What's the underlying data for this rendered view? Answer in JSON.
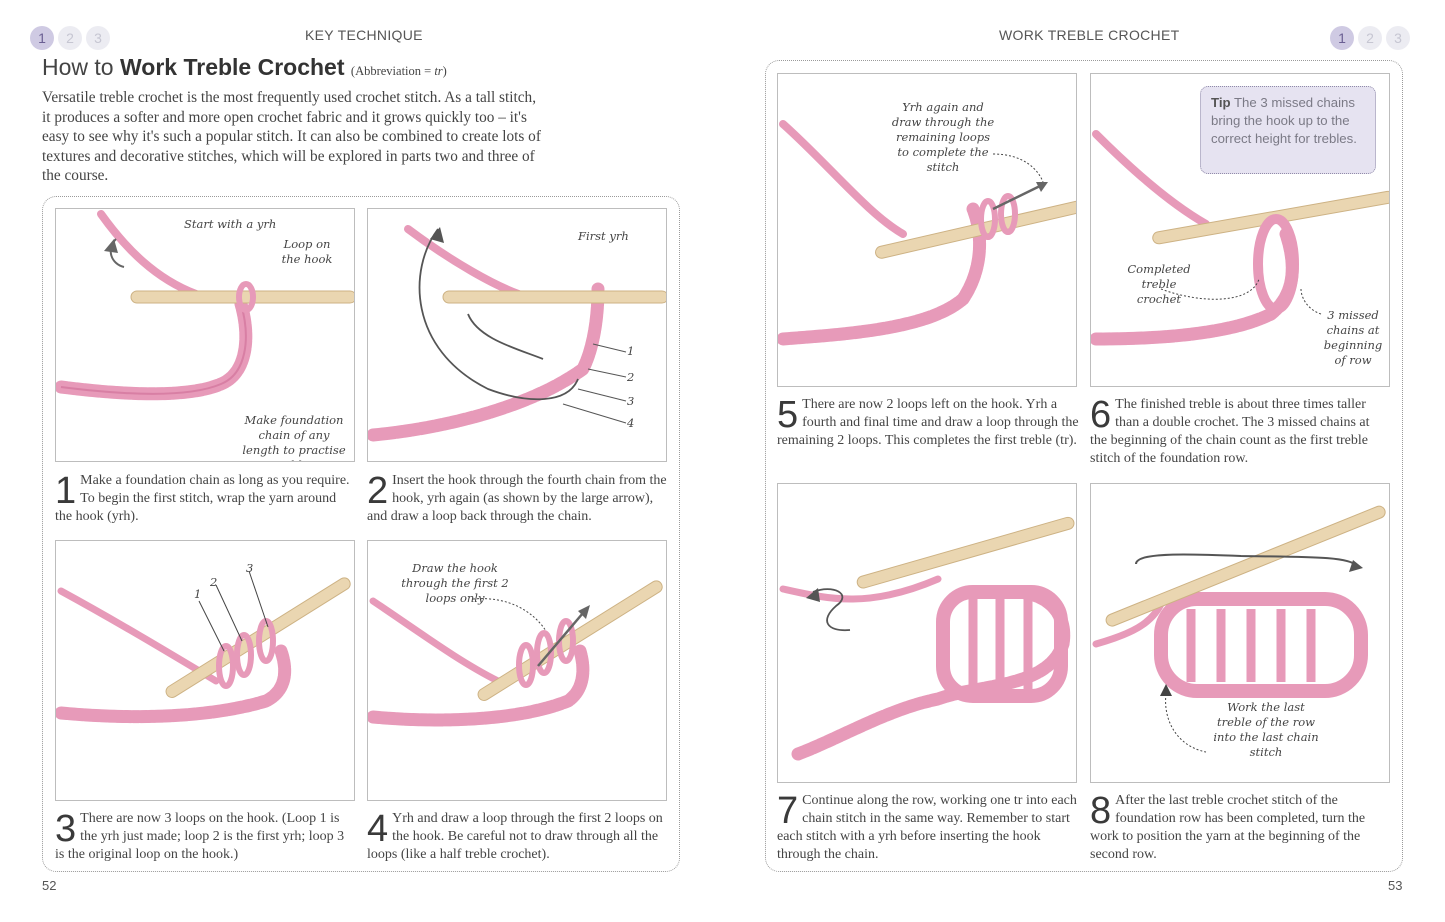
{
  "left_page": {
    "nav_dots": [
      "1",
      "2",
      "3"
    ],
    "running_head": "KEY TECHNIQUE",
    "title_lead": "How to ",
    "title_bold": "Work Treble Crochet",
    "title_abbr_prefix": "(Abbreviation = ",
    "title_abbr_value": "tr",
    "title_abbr_suffix": ")",
    "intro": "Versatile treble crochet is the most frequently used crochet stitch. As a tall stitch, it produces a softer and more open crochet fabric and it grows quickly too – it's easy to see why it's such a popular stitch. It can also be combined to create lots of textures and decorative stitches, which will be explored in parts two and three of the course.",
    "page_number": "52"
  },
  "right_page": {
    "nav_dots": [
      "1",
      "2",
      "3"
    ],
    "running_head": "WORK TREBLE CROCHET",
    "page_number": "53",
    "tip": {
      "label": "Tip",
      "text": "The 3 missed chains bring the hook up to the correct height for trebles."
    }
  },
  "steps": [
    {
      "num": "1",
      "text": "Make a foundation chain as long as you require. To begin the first stitch, wrap the yarn around the hook (yrh)."
    },
    {
      "num": "2",
      "text": "Insert the hook through the fourth chain from the hook, yrh again (as shown by the large arrow), and draw a loop back through the chain."
    },
    {
      "num": "3",
      "text": "There are now 3 loops on the hook. (Loop 1 is the yrh just made; loop 2 is the first yrh; loop 3 is the original loop on the hook.)"
    },
    {
      "num": "4",
      "text": "Yrh and draw a loop through the first 2 loops on the hook. Be careful not to draw through all the loops (like a half treble crochet)."
    },
    {
      "num": "5",
      "text": "There are now 2 loops left on the hook. Yrh a fourth and final time and draw a loop through the remaining 2 loops. This completes the first treble (tr)."
    },
    {
      "num": "6",
      "text": "The finished treble is about three times taller than a double crochet. The 3 missed chains at the beginning of the chain count as the first treble stitch of the foundation row."
    },
    {
      "num": "7",
      "text": "Continue along the row, working one tr into each chain stitch in the same way. Remember to start each stitch with a yrh before inserting the hook through the chain."
    },
    {
      "num": "8",
      "text": "After the last treble crochet stitch of the foundation row has been completed, turn the work to position the yarn at the beginning of the second row."
    }
  ],
  "photo_notes": {
    "p1_start": "Start with a yrh",
    "p1_loop": "Loop on the hook",
    "p1_foundation": "Make foundation chain of any length to practise trebles",
    "p2_first": "First yrh",
    "p2_chain_numbers": [
      "1",
      "2",
      "3",
      "4"
    ],
    "p3_loop_numbers": [
      "1",
      "2",
      "3"
    ],
    "p4_draw": "Draw the hook through the first 2 loops only",
    "p5_yrh": "Yrh again and draw through the remaining loops to complete the stitch",
    "p6_completed": "Completed treble crochet",
    "p6_missed": "3 missed chains at beginning of row",
    "p8_last": "Work the last treble of the row into the last chain stitch"
  },
  "colors": {
    "yarn": "#e79ab9",
    "yarn_dark": "#c9638f",
    "hook": "#ead6b1",
    "tip_bg": "#e6e3f1",
    "nav_active": "#cfcae3"
  }
}
